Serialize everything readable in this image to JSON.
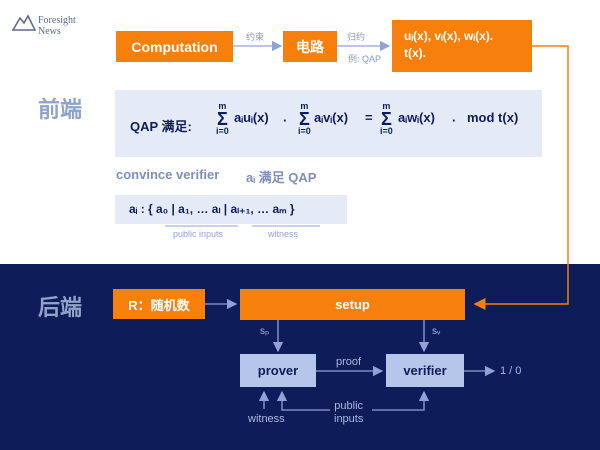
{
  "brand": {
    "line1": "Foresight",
    "line2": "News"
  },
  "frontend": {
    "section_label": "前端",
    "computation_label": "Computation",
    "constraint_label": "约束",
    "circuit_label": "电路",
    "reduce_label": "归约",
    "example_label": "例: QAP",
    "poly_label_line1": "uᵢ(x), vᵢ(x), wᵢ(x).",
    "poly_label_line2": "t(x).",
    "qap": {
      "prefix": "QAP 满足:",
      "sum_upper": "m",
      "sum_lower": "i=0",
      "term1": "aᵢuᵢ(x)",
      "dot1": "·",
      "term2": "aᵢvᵢ(x)",
      "equals": "=",
      "term3": "aᵢwᵢ(x)",
      "dot2": "·",
      "mod_term": "mod t(x)"
    },
    "convince_text": "convince verifier",
    "satisfies_text": "aᵢ 满足 QAP",
    "witness_line": "aᵢ : { a₀ | a₁, … aₗ | aₗ₊₁, … aₘ }",
    "public_inputs_label": "public inputs",
    "witness_label": "witness"
  },
  "backend": {
    "section_label": "后端",
    "r_label": "R：随机数",
    "setup_label": "setup",
    "sp_label": "sₚ",
    "sv_label": "sᵥ",
    "prover_label": "prover",
    "proof_label": "proof",
    "verifier_label": "verifier",
    "output_label": "1 / 0",
    "witness_label": "witness",
    "public_inputs_line1": "public",
    "public_inputs_line2": "inputs"
  },
  "colors": {
    "orange": "#f77f0b",
    "navy": "#0d1d5a",
    "light_box": "#e4ebf7",
    "pale_box": "#b5c6ea"
  }
}
